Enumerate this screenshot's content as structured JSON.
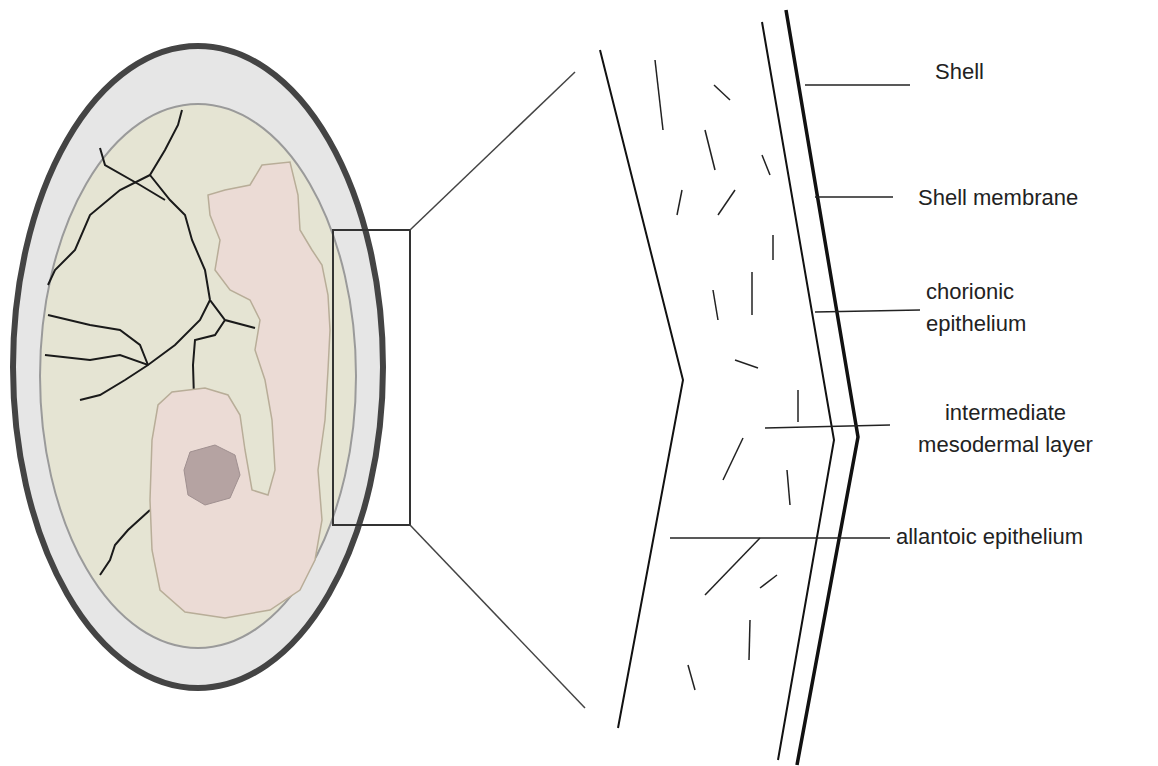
{
  "diagram": {
    "labels": [
      "Shell",
      "Shell membrane",
      "chorionic epithelium",
      "intermediate mesodermal layer",
      "allantoic epithelium"
    ]
  }
}
